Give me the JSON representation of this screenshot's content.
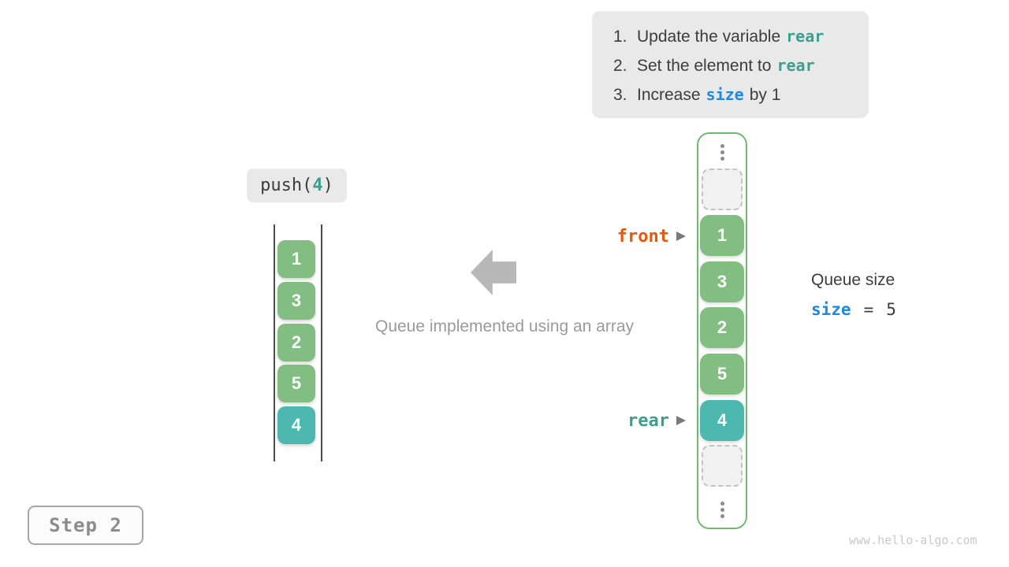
{
  "colors": {
    "panel_bg": "#E9E9E9",
    "box_green": "#82BD82",
    "box_teal": "#4DB8B0",
    "container_border": "#6FBA6F",
    "code_teal": "#3C9E8F",
    "code_blue": "#1E88E5",
    "front_orange": "#E8580C",
    "dark_text": "#3C3C3C",
    "gray_text": "#9A9A9A",
    "arrow_gray": "#B8B8B8",
    "step_gray": "#8C8C8C",
    "watermark_gray": "#C9C9C9"
  },
  "instructions": {
    "items": [
      {
        "num": "1.",
        "pre": "Update the variable",
        "code": "rear",
        "post": ""
      },
      {
        "num": "2.",
        "pre": "Set the element to",
        "code": "rear",
        "post": ""
      },
      {
        "num": "3.",
        "pre": "Increase",
        "code": "size",
        "post": "by 1"
      }
    ]
  },
  "push_label": {
    "fn": "push(",
    "arg": "4",
    "close": ")"
  },
  "left_queue": {
    "values": [
      "1",
      "3",
      "2",
      "5",
      "4"
    ]
  },
  "caption": "Queue implemented using an array",
  "array": {
    "slots": [
      "1",
      "3",
      "2",
      "5",
      "4"
    ],
    "front_label": "front",
    "rear_label": "rear"
  },
  "queue_size": {
    "title": "Queue size",
    "var": "size",
    "eq": "=",
    "value": "5"
  },
  "step_badge": "Step 2",
  "watermark": "www.hello-algo.com",
  "icons": {
    "ellipsis": "vertical-ellipsis (3 gray dots)",
    "pointer_arrow": "right-pointing gray triangle",
    "big_arrow": "left-pointing gray block arrow"
  }
}
